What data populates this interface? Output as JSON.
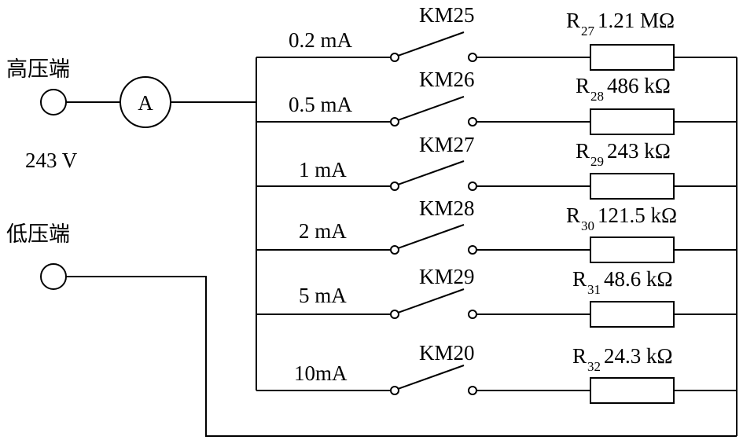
{
  "terminals": {
    "high_label": "高压端",
    "low_label": "低压端",
    "voltage": "243 V"
  },
  "ammeter_symbol": "A",
  "branches": [
    {
      "range": "0.2 mA",
      "contactor": "KM25",
      "resistor_letter": "R",
      "resistor_index": "27",
      "resistor_value": "1.21 MΩ"
    },
    {
      "range": "0.5 mA",
      "contactor": "KM26",
      "resistor_letter": "R",
      "resistor_index": "28",
      "resistor_value": "486 kΩ"
    },
    {
      "range": "1 mA",
      "contactor": "KM27",
      "resistor_letter": "R",
      "resistor_index": "29",
      "resistor_value": "243 kΩ"
    },
    {
      "range": "2 mA",
      "contactor": "KM28",
      "resistor_letter": "R",
      "resistor_index": "30",
      "resistor_value": "121.5 kΩ"
    },
    {
      "range": "5 mA",
      "contactor": "KM29",
      "resistor_letter": "R",
      "resistor_index": "31",
      "resistor_value": "48.6 kΩ"
    },
    {
      "range": "10mA",
      "contactor": "KM20",
      "resistor_letter": "R",
      "resistor_index": "32",
      "resistor_value": "24.3 kΩ"
    }
  ]
}
